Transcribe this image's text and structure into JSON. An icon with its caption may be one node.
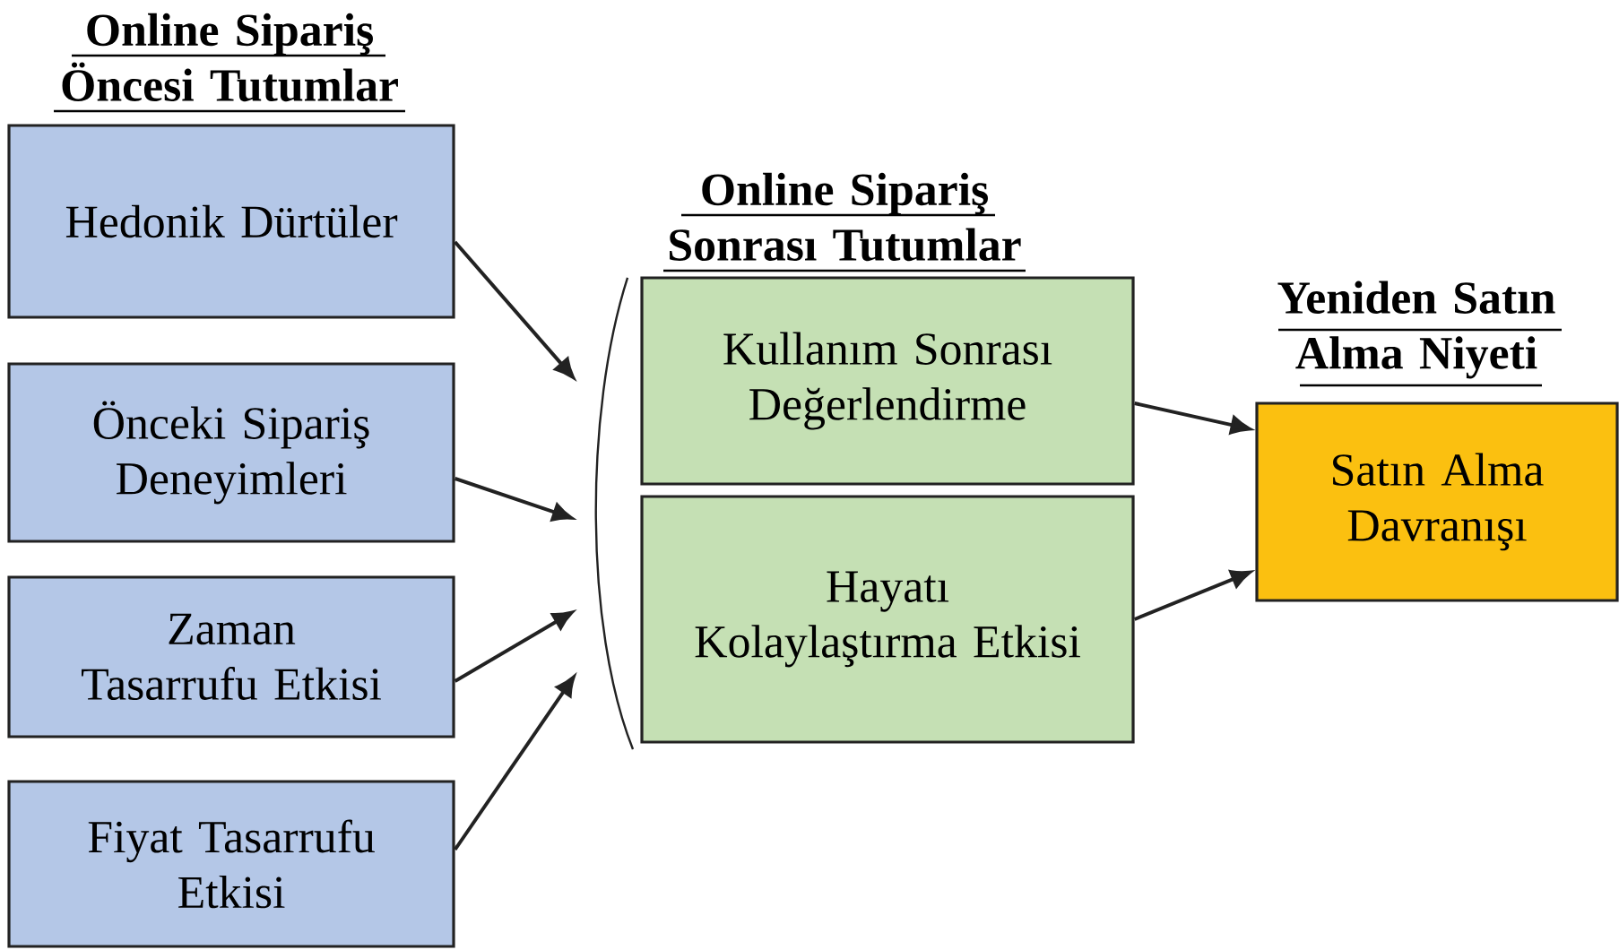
{
  "diagram": {
    "nodes": [
      {
        "text": [
          "Hedonik Dürtüler"
        ]
      },
      {
        "text": [
          "Önceki Sipariş Deneyimleri"
        ]
      },
      {
        "text": [
          "Zaman Tasarrufu Etkisi"
        ]
      },
      {
        "text": [
          "Fiyat Tasarrufu Etkisi"
        ]
      },
      {
        "text": [
          "Online Sipariş Sonrası Tutumlar"
        ]
      },
      {
        "text": [
          "Kullanım Sonrası Değerlendirme"
        ]
      },
      {
        "text": [
          "Hayatı Kolaylaştırma Etkisi"
        ]
      },
      {
        "text": [
          "Yeniden Satın Alma Niyeti",
          "Satın Alma Davranışı"
        ]
      }
    ],
    "edges": [
      {
        "from": 0,
        "to": 4,
        "arrow": "to"
      },
      {
        "from": 1,
        "to": 4,
        "arrow": "to"
      },
      {
        "from": 2,
        "to": 4,
        "arrow": "to"
      },
      {
        "from": 3,
        "to": 4,
        "arrow": "to"
      },
      {
        "from": 5,
        "to": 7,
        "arrow": "to"
      },
      {
        "from": 6,
        "to": 7,
        "arrow": "to"
      }
    ],
    "labels": [
      "Online Sipariş Öncesi Tutumlar"
    ]
  }
}
